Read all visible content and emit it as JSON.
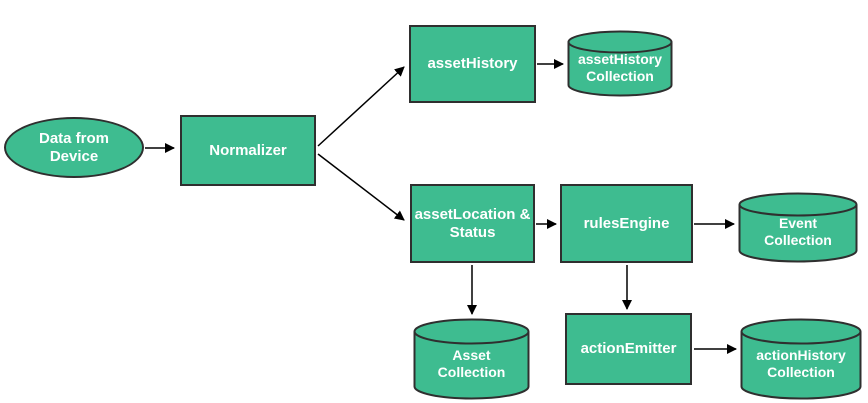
{
  "diagram": {
    "colors": {
      "node_fill": "#3EBC90",
      "node_border": "#2F2F2F",
      "label": "#FFFFFF",
      "arrow": "#000000",
      "background": "#FFFFFF"
    },
    "nodes": [
      {
        "id": "data-from-device",
        "shape": "ellipse",
        "label": "Data from Device"
      },
      {
        "id": "normalizer",
        "shape": "rect",
        "label": "Normalizer"
      },
      {
        "id": "asset-history",
        "shape": "rect",
        "label": "assetHistory"
      },
      {
        "id": "asset-history-collection",
        "shape": "cylinder",
        "label": "assetHistory Collection"
      },
      {
        "id": "asset-location-status",
        "shape": "rect",
        "label": "assetLocation & Status"
      },
      {
        "id": "rules-engine",
        "shape": "rect",
        "label": "rulesEngine"
      },
      {
        "id": "event-collection",
        "shape": "cylinder",
        "label": "Event Collection"
      },
      {
        "id": "asset-collection",
        "shape": "cylinder",
        "label": "Asset Collection"
      },
      {
        "id": "action-emitter",
        "shape": "rect",
        "label": "actionEmitter"
      },
      {
        "id": "action-history-collection",
        "shape": "cylinder",
        "label": "actionHistory Collection"
      }
    ],
    "edges": [
      {
        "from": "Data from Device",
        "to": "Normalizer"
      },
      {
        "from": "Normalizer",
        "to": "assetHistory"
      },
      {
        "from": "Normalizer",
        "to": "assetLocation & Status"
      },
      {
        "from": "assetHistory",
        "to": "assetHistory Collection"
      },
      {
        "from": "assetLocation & Status",
        "to": "rulesEngine"
      },
      {
        "from": "rulesEngine",
        "to": "Event Collection"
      },
      {
        "from": "assetLocation & Status",
        "to": "Asset Collection"
      },
      {
        "from": "rulesEngine",
        "to": "actionEmitter"
      },
      {
        "from": "actionEmitter",
        "to": "actionHistory Collection"
      }
    ]
  }
}
